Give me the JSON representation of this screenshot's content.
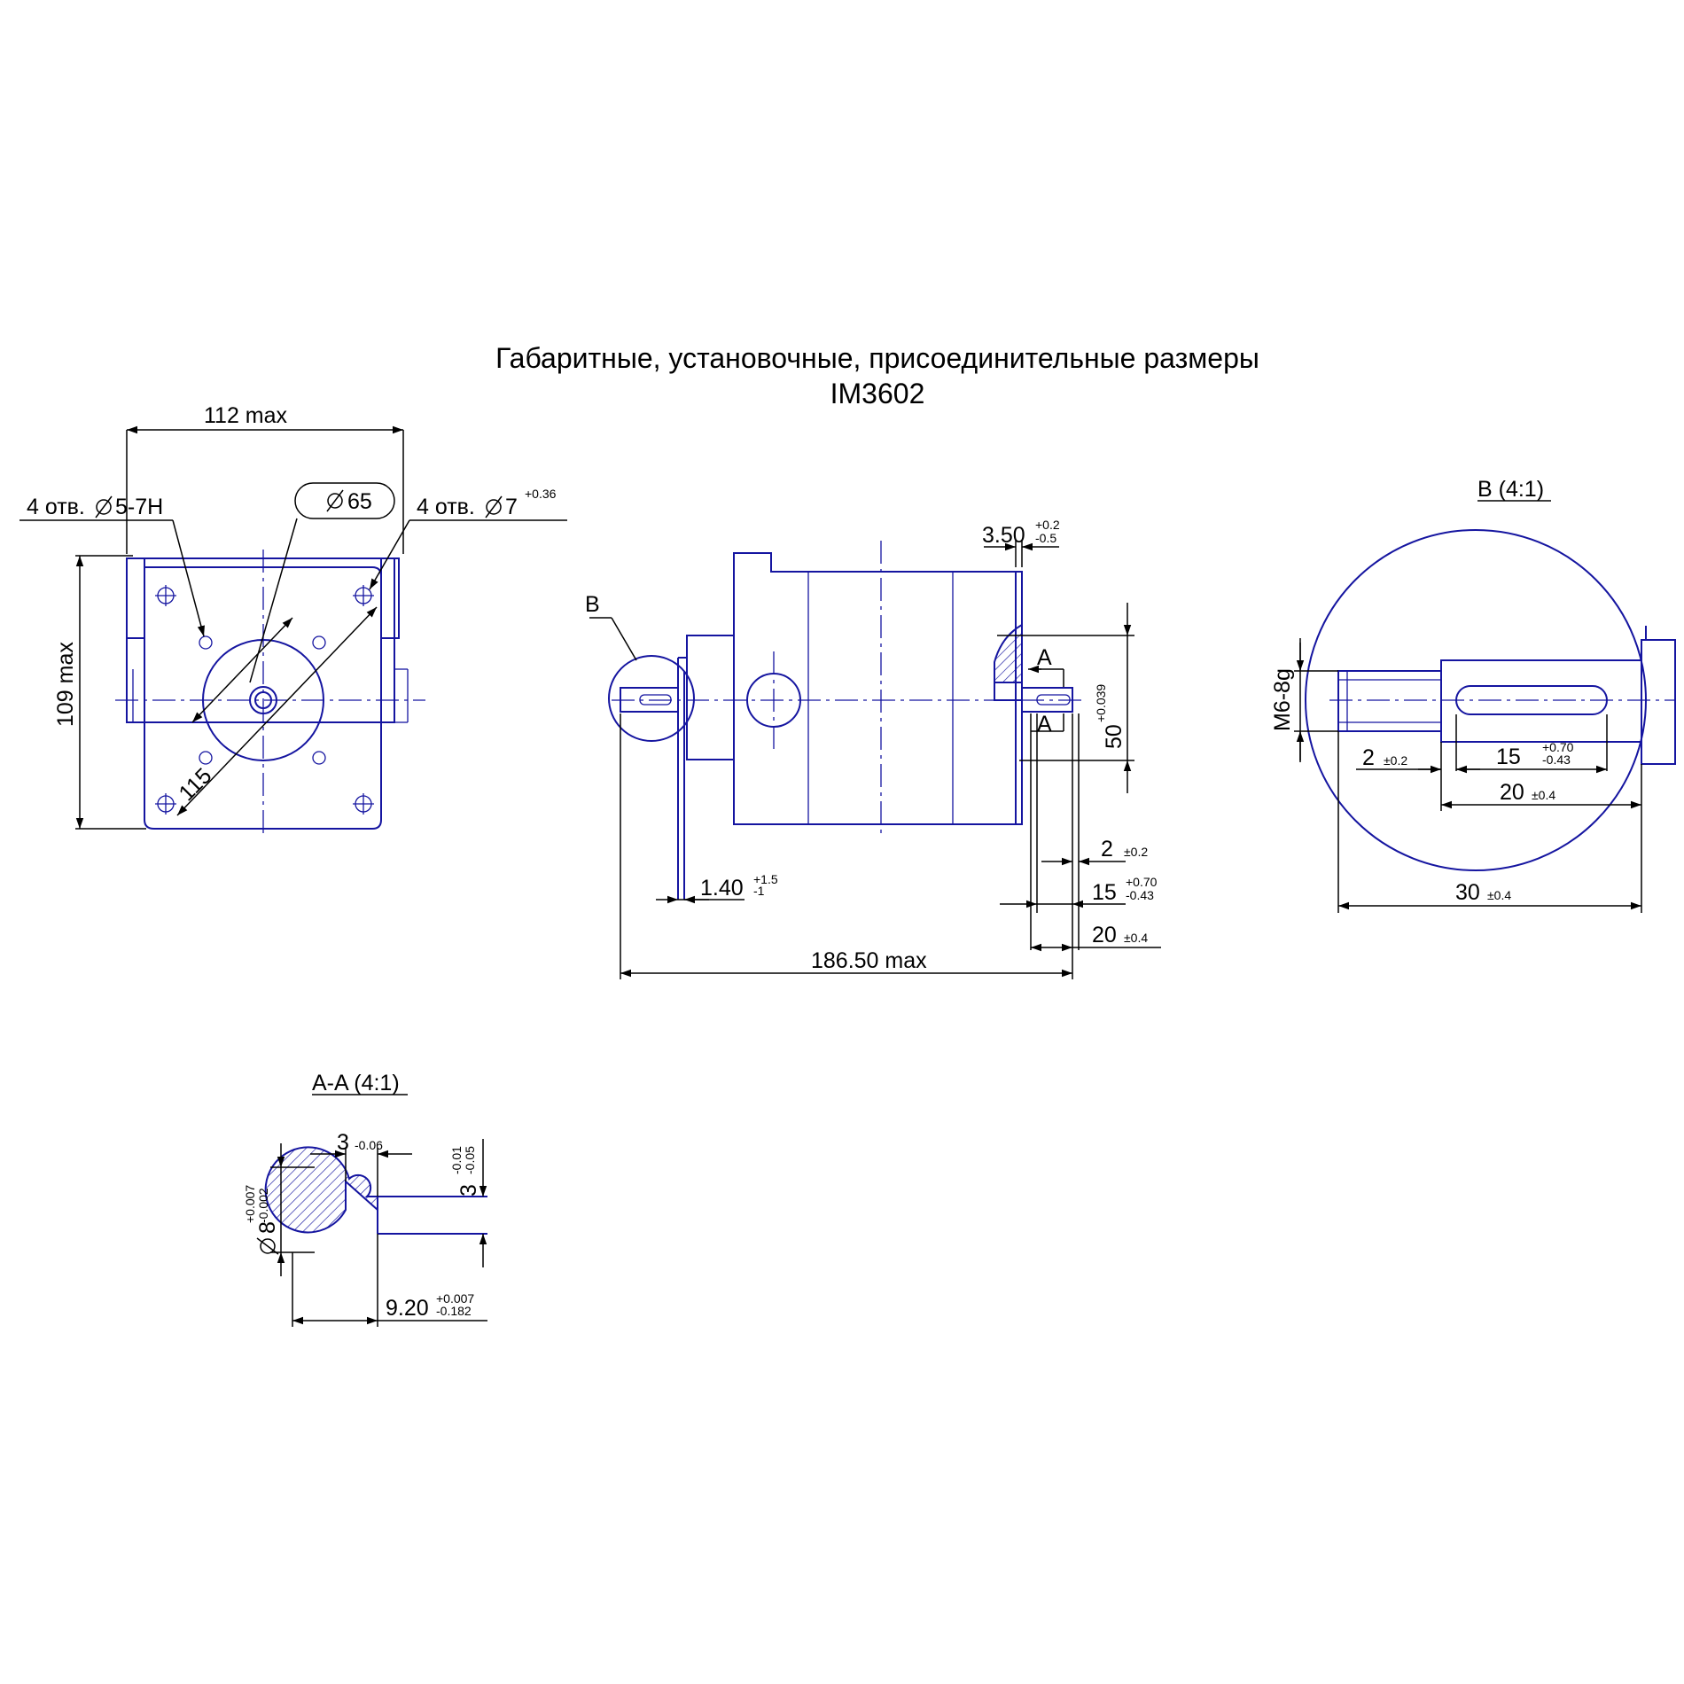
{
  "title": {
    "line1": "Габаритные, установочные, присоединительные размеры",
    "line2": "IM3602"
  },
  "front_view": {
    "width": "112 max",
    "height": "109 max",
    "holes_threaded": "4 отв.",
    "holes_threaded_spec": "5-7H",
    "holes_through": "4 отв.",
    "holes_through_spec": "7",
    "holes_through_tol_upper": "+0.36",
    "pilot_diameter": "65",
    "diagonal": "115"
  },
  "side_view": {
    "detail_marker": "B",
    "section_marker_top": "A",
    "section_marker_bottom": "A",
    "flange_thickness": "3.50",
    "flange_thickness_tol_upper": "+0.2",
    "flange_thickness_tol_lower": "-0.5",
    "pilot_diameter": "50",
    "pilot_diameter_tol": "+0.039",
    "key_offset": "2",
    "key_offset_tol": "±0.2",
    "key_length": "15",
    "key_length_tol_upper": "+0.70",
    "key_length_tol_lower": "-0.43",
    "shaft_length": "20",
    "shaft_length_tol": "±0.4",
    "rear_shaft": "1.40",
    "rear_shaft_tol_upper": "+1.5",
    "rear_shaft_tol_lower": "-1",
    "overall_length": "186.50 max"
  },
  "detail_b": {
    "title": "B (4:1)",
    "thread": "M6-8g",
    "key_offset": "2",
    "key_offset_tol": "±0.2",
    "key_length": "15",
    "key_length_tol_upper": "+0.70",
    "key_length_tol_lower": "-0.43",
    "shaft_length": "20",
    "shaft_length_tol": "±0.4",
    "overall": "30",
    "overall_tol": "±0.4"
  },
  "section_aa": {
    "title": "A-A (4:1)",
    "key_width": "3",
    "key_width_tol": "-0.06",
    "key_depth": "3",
    "key_depth_tol_upper": "-0.01",
    "key_depth_tol_lower": "-0.05",
    "shaft_diameter": "8",
    "shaft_diameter_tol_upper": "+0.007",
    "shaft_diameter_tol_lower": "-0.002",
    "height_to_key": "9.20",
    "height_to_key_tol_upper": "+0.007",
    "height_to_key_tol_lower": "-0.182"
  },
  "colors": {
    "outline": "#1515a0",
    "dimension": "#000000",
    "background": "#ffffff"
  },
  "icons": {
    "diameter_symbol": "diameter-symbol-icon"
  }
}
